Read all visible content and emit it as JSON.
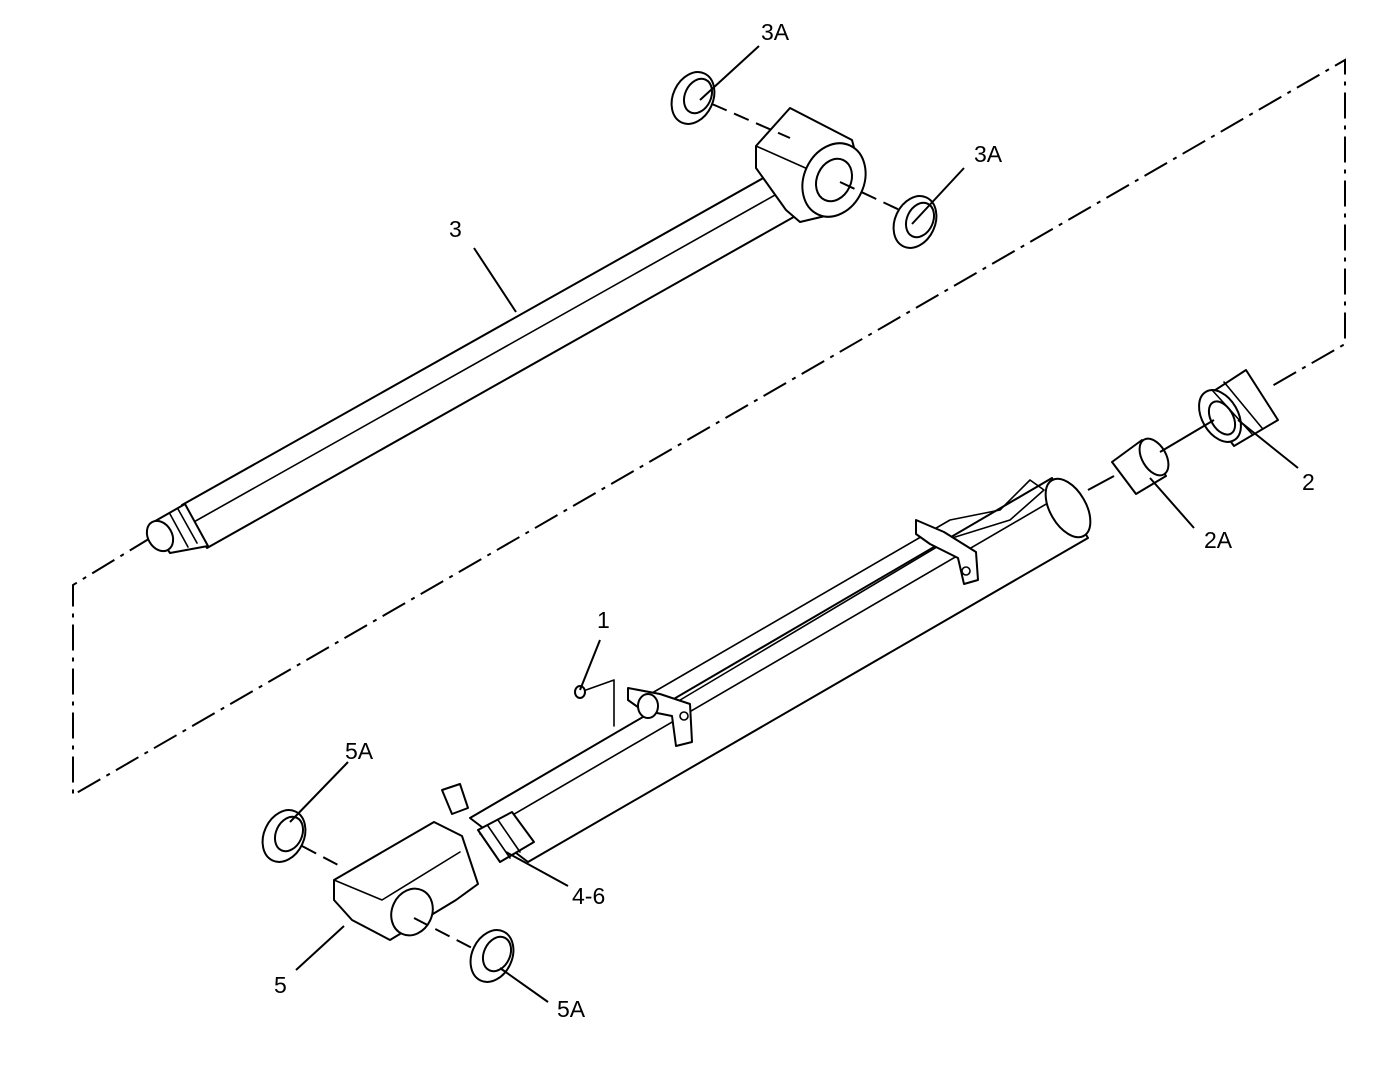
{
  "callouts": {
    "c1": "1",
    "c2": "2",
    "c2a": "2A",
    "c3": "3",
    "c3a_top": "3A",
    "c3a_right": "3A",
    "c46": "4-6",
    "c5": "5",
    "c5a_left": "5A",
    "c5a_bottom": "5A"
  }
}
